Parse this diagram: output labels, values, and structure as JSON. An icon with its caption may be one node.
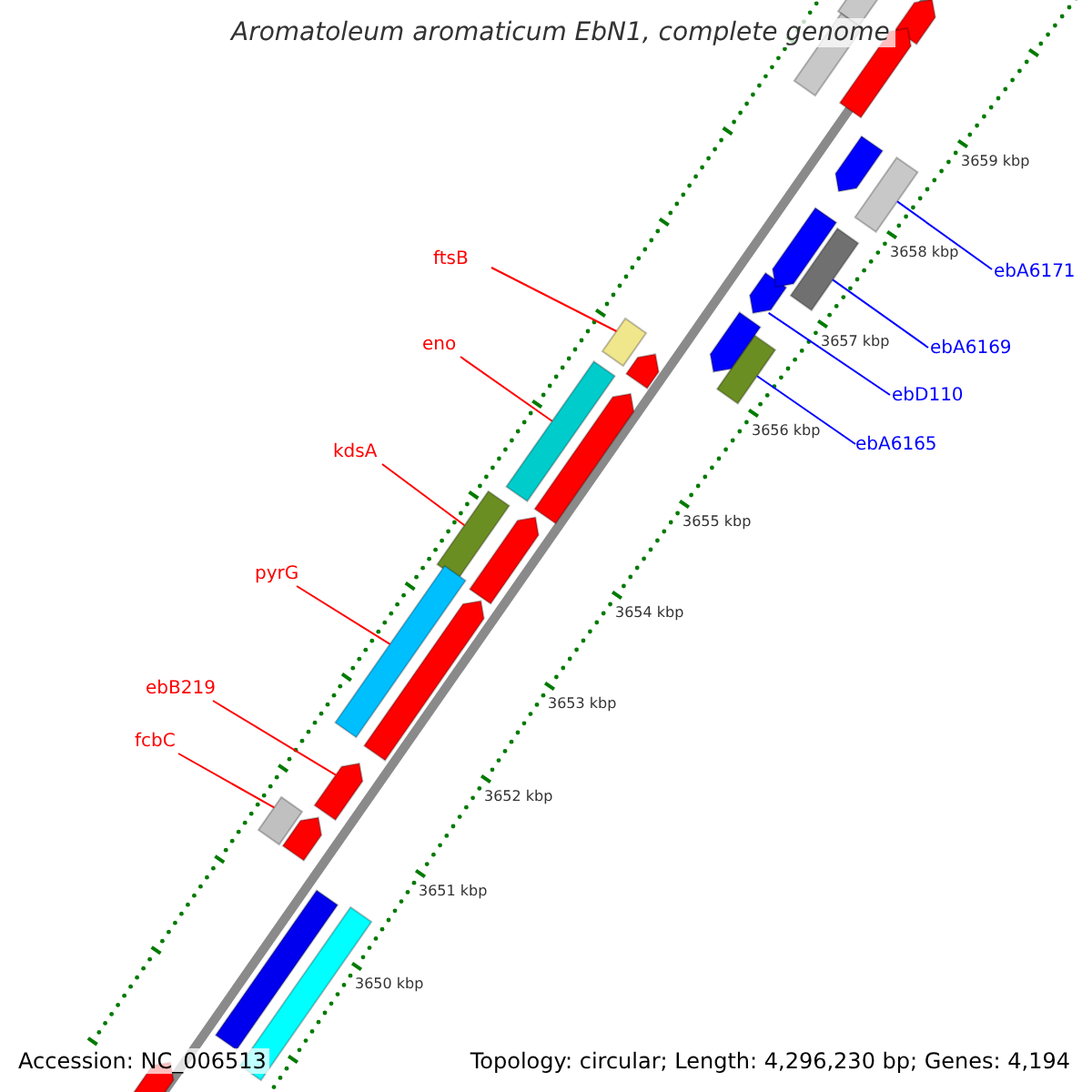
{
  "diagram": {
    "title": "Aromatoleum aromaticum EbN1, complete genome",
    "nodes": [
      {
        "text": [
          "ftsB"
        ]
      },
      {
        "text": [],
        "shape": "box"
      },
      {
        "text": [
          "ebA6171"
        ]
      },
      {
        "text": [],
        "shape": "box"
      },
      {
        "text": [
          "eno"
        ]
      },
      {
        "text": [],
        "shape": "box"
      },
      {
        "text": [
          "ebA6169"
        ]
      },
      {
        "text": [],
        "shape": "box"
      },
      {
        "text": [
          "ebD110"
        ]
      },
      {
        "text": [],
        "shape": "arrow"
      },
      {
        "text": [
          "ebA6165"
        ]
      },
      {
        "text": [],
        "shape": "box"
      },
      {
        "text": [
          "kdsA"
        ]
      },
      {
        "text": [],
        "shape": "box"
      },
      {
        "text": [
          "pyrG"
        ]
      },
      {
        "text": [],
        "shape": "box"
      },
      {
        "text": [
          "ebB219"
        ]
      },
      {
        "text": [],
        "shape": "arrow"
      },
      {
        "text": [
          "fcbC"
        ]
      },
      {
        "text": [],
        "shape": "box"
      },
      {
        "text": [],
        "shape": "box"
      },
      {
        "text": [],
        "shape": "arrow"
      },
      {
        "text": [],
        "shape": "box"
      },
      {
        "text": [],
        "shape": "arrow"
      },
      {
        "text": [],
        "shape": "arrow"
      },
      {
        "text": [],
        "shape": "arrow"
      },
      {
        "text": [],
        "shape": "arrow"
      },
      {
        "text": [],
        "shape": "arrow"
      },
      {
        "text": [],
        "shape": "arrow"
      },
      {
        "text": [],
        "shape": "arrow"
      },
      {
        "text": [],
        "shape": "arrow"
      },
      {
        "text": [],
        "shape": "arrow"
      },
      {
        "text": [],
        "shape": "box"
      },
      {
        "text": [],
        "shape": "box"
      },
      {
        "text": [],
        "shape": "arrow"
      }
    ],
    "edges": [
      {
        "from": 0,
        "to": 1,
        "arrow": "none"
      },
      {
        "from": 2,
        "to": 3,
        "arrow": "none",
        "color": "#0000ff"
      },
      {
        "from": 4,
        "to": 5,
        "arrow": "none"
      },
      {
        "from": 6,
        "to": 7,
        "arrow": "none",
        "color": "#0000ff"
      },
      {
        "from": 8,
        "to": 9,
        "arrow": "none",
        "color": "#0000ff"
      },
      {
        "from": 10,
        "to": 11,
        "arrow": "none",
        "color": "#0000ff"
      },
      {
        "from": 12,
        "to": 13,
        "arrow": "none"
      },
      {
        "from": 14,
        "to": 15,
        "arrow": "none"
      },
      {
        "from": 16,
        "to": 17,
        "arrow": "none"
      },
      {
        "from": 18,
        "to": 19,
        "arrow": "none"
      }
    ],
    "labels": [
      "3659 kbp",
      "3658 kbp",
      "3657 kbp",
      "3656 kbp",
      "3655 kbp",
      "3654 kbp",
      "3653 kbp",
      "3652 kbp",
      "3651 kbp",
      "3650 kbp",
      "Accession: NC_006513",
      "Topology: circular; Length: 4,296,230 bp; Genes: 4,194"
    ]
  }
}
